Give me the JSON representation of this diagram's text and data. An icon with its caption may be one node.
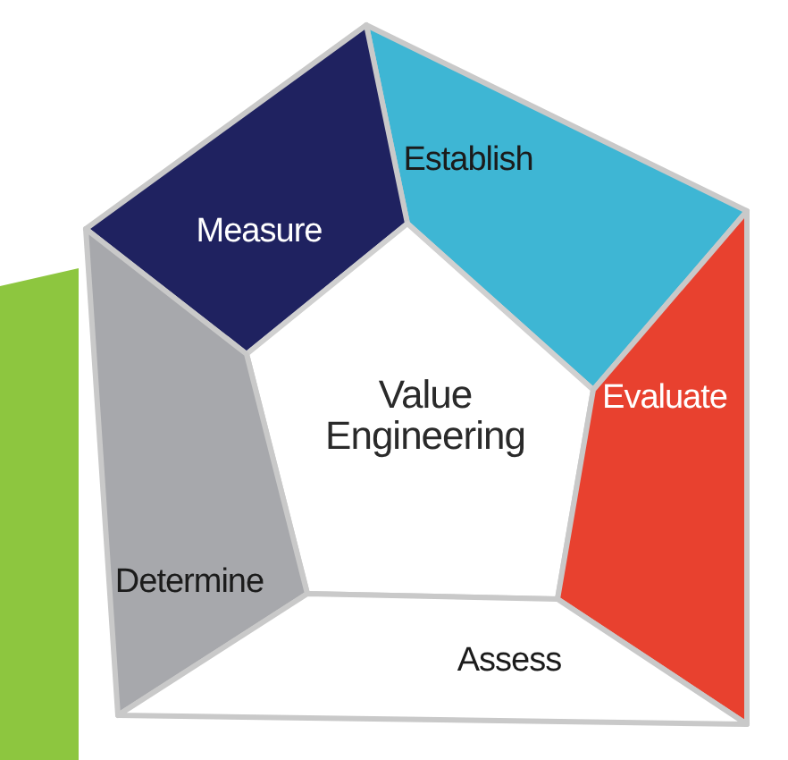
{
  "diagram": {
    "nodes": [
      {
        "text": [
          "Establish"
        ]
      },
      {
        "text": [
          "Measure"
        ]
      },
      {
        "text": [
          "Value Engineering"
        ]
      },
      {
        "text": [
          "Evaluate"
        ]
      },
      {
        "text": [
          "Determine"
        ]
      },
      {
        "text": [
          "Assess"
        ]
      }
    ]
  }
}
